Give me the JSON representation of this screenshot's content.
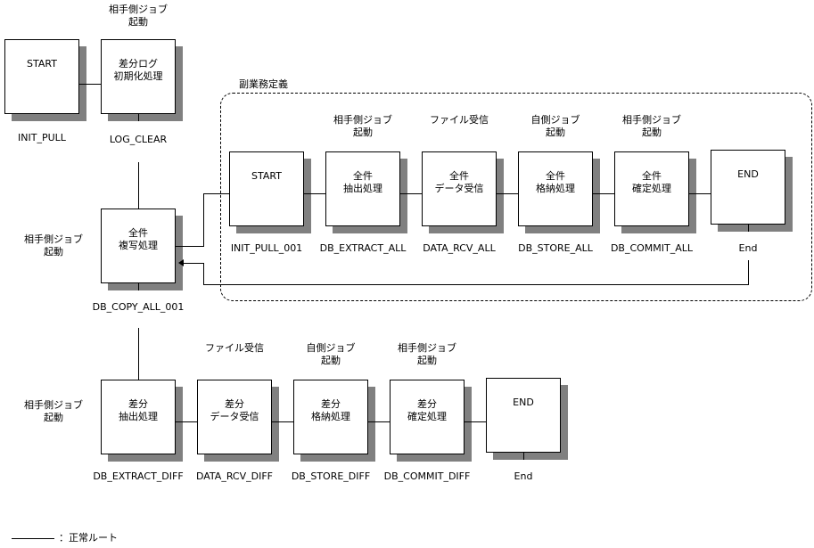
{
  "diagram": {
    "top_row": {
      "start": {
        "title": "START",
        "id": "INIT_PULL"
      },
      "log_clear": {
        "trigger": "相手側ジョブ\n起動",
        "title": "差分ログ\n初期化処理",
        "id": "LOG_CLEAR"
      }
    },
    "copy_all": {
      "trigger": "相手側ジョブ\n起動",
      "title": "全件\n複写処理",
      "id": "DB_COPY_ALL_001"
    },
    "subjob": {
      "title": "副業務定義",
      "nodes": [
        {
          "trigger": "",
          "title": "START",
          "id": "INIT_PULL_001"
        },
        {
          "trigger": "相手側ジョブ\n起動",
          "title": "全件\n抽出処理",
          "id": "DB_EXTRACT_ALL"
        },
        {
          "trigger": "ファイル受信",
          "title": "全件\nデータ受信",
          "id": "DATA_RCV_ALL"
        },
        {
          "trigger": "自側ジョブ\n起動",
          "title": "全件\n格納処理",
          "id": "DB_STORE_ALL"
        },
        {
          "trigger": "相手側ジョブ\n起動",
          "title": "全件\n確定処理",
          "id": "DB_COMMIT_ALL"
        },
        {
          "trigger": "",
          "title": "END",
          "id": "End"
        }
      ]
    },
    "diff_row": {
      "left_trigger": "相手側ジョブ\n起動",
      "nodes": [
        {
          "trigger": "",
          "title": "差分\n抽出処理",
          "id": "DB_EXTRACT_DIFF"
        },
        {
          "trigger": "ファイル受信",
          "title": "差分\nデータ受信",
          "id": "DATA_RCV_DIFF"
        },
        {
          "trigger": "自側ジョブ\n起動",
          "title": "差分\n格納処理",
          "id": "DB_STORE_DIFF"
        },
        {
          "trigger": "相手側ジョブ\n起動",
          "title": "差分\n確定処理",
          "id": "DB_COMMIT_DIFF"
        },
        {
          "trigger": "",
          "title": "END",
          "id": "End"
        }
      ]
    },
    "legend": {
      "label": "：正常ルート"
    }
  },
  "colors": {
    "shadow": "#808080",
    "line": "#000000",
    "background": "#ffffff"
  }
}
